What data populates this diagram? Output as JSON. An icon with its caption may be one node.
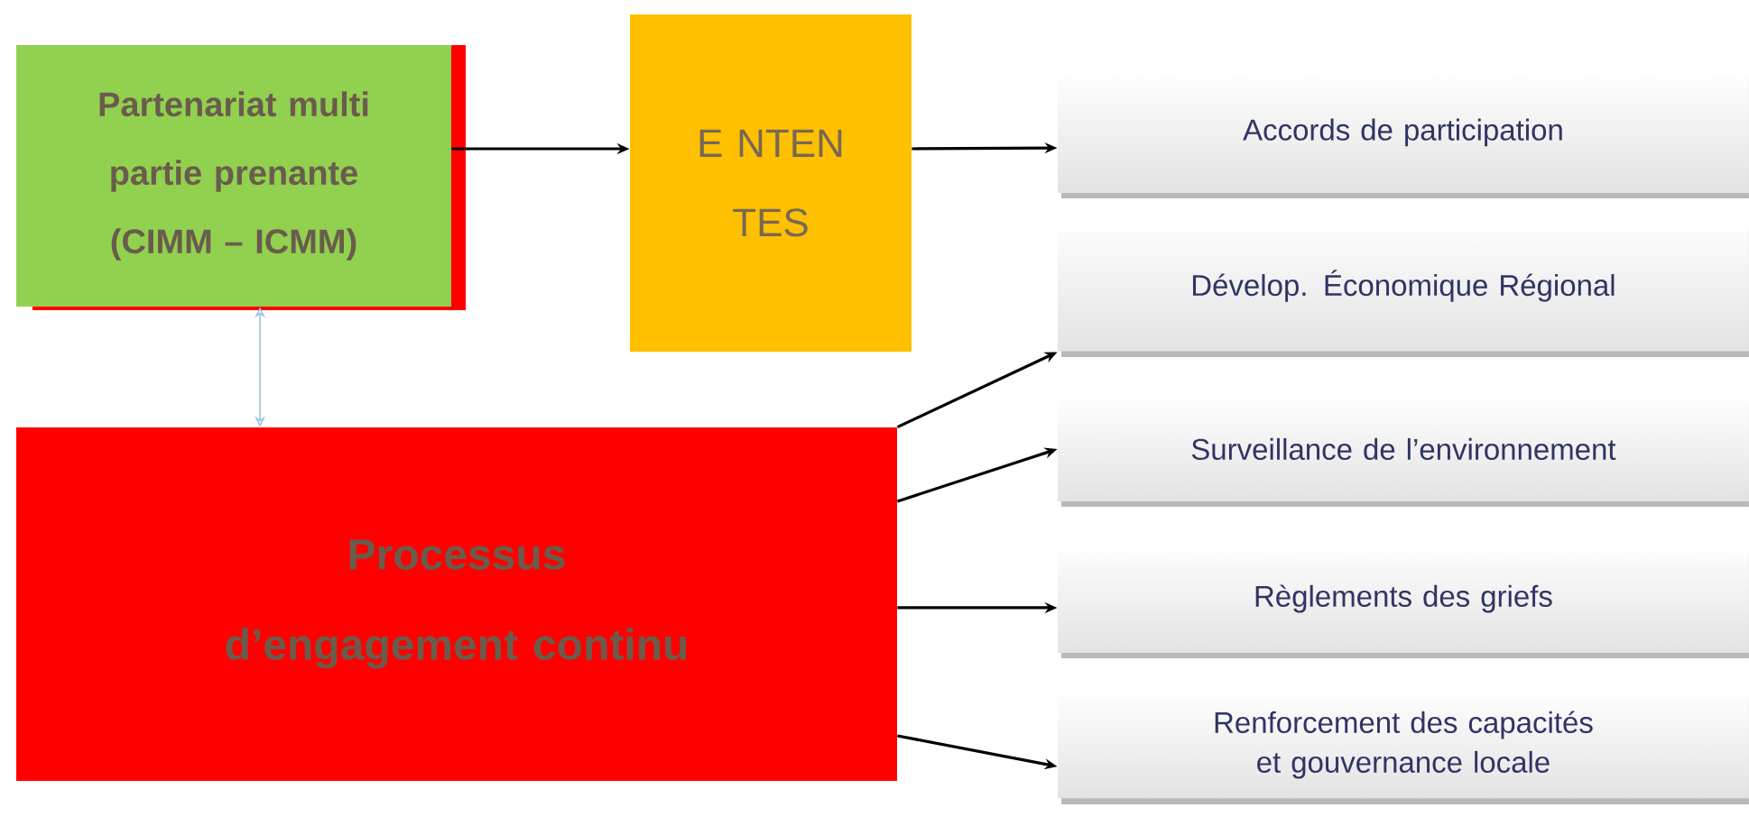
{
  "diagram": {
    "nodes": [
      {
        "text": [
          "Partenariat multi partie prenante (CIMM – ICMM)"
        ]
      },
      {
        "text": [
          "E NTEN TES"
        ]
      },
      {
        "text": [
          "Processus d’engagement continu"
        ]
      },
      {
        "text": [
          "Accords de participation"
        ]
      },
      {
        "text": [
          "Dévelop. Économique Régional"
        ]
      },
      {
        "text": [
          "Surveillance de l’environnement"
        ]
      },
      {
        "text": [
          "Règlements des griefs"
        ]
      },
      {
        "text": [
          "Renforcement des capacités  et gouvernance locale"
        ]
      }
    ],
    "edges": [
      {
        "from": 0,
        "to": 1,
        "arrow": "to"
      },
      {
        "from": 1,
        "to": 3,
        "arrow": "to"
      },
      {
        "from": 2,
        "to": 4,
        "arrow": "to"
      },
      {
        "from": 2,
        "to": 5,
        "arrow": "to"
      },
      {
        "from": 2,
        "to": 6,
        "arrow": "to"
      },
      {
        "from": 2,
        "to": 7,
        "arrow": "to"
      },
      {
        "from": 0,
        "to": 2,
        "arrow": "both",
        "color": "#9dc3e6"
      }
    ]
  }
}
